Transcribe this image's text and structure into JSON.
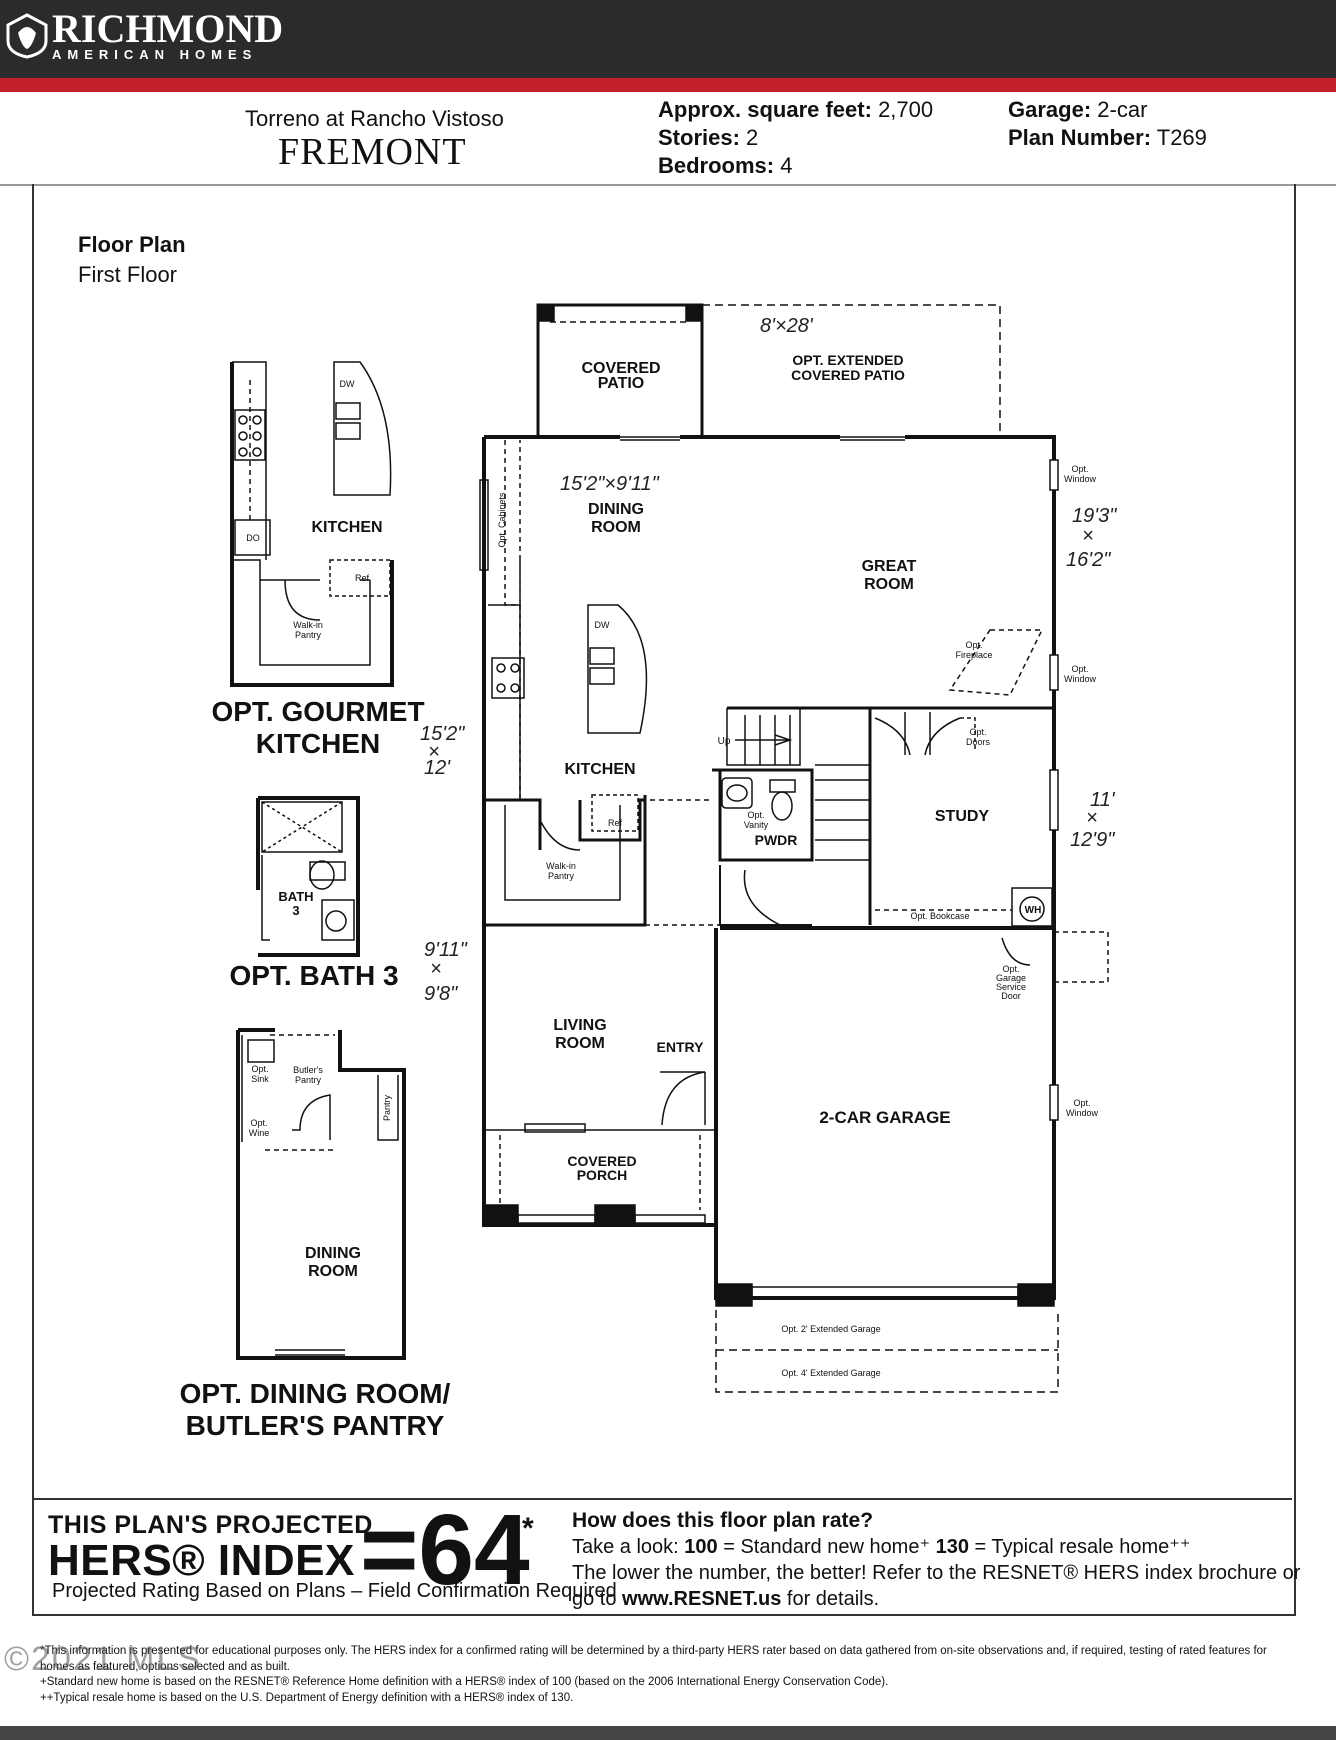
{
  "brand": {
    "name": "RICHMOND",
    "tagline": "AMERICAN HOMES"
  },
  "header": {
    "community": "Torreno at Rancho Vistoso",
    "plan_name": "FREMONT",
    "specs_left": [
      {
        "label": "Approx. square feet:",
        "value": "2,700"
      },
      {
        "label": "Stories:",
        "value": "2"
      },
      {
        "label": "Bedrooms:",
        "value": "4"
      }
    ],
    "specs_right": [
      {
        "label": "Garage:",
        "value": "2-car"
      },
      {
        "label": "Plan Number:",
        "value": "T269"
      }
    ]
  },
  "plan_label": {
    "title": "Floor Plan",
    "subtitle": "First Floor"
  },
  "rooms": {
    "covered_patio": [
      "COVERED",
      "PATIO"
    ],
    "ext_patio": [
      "OPT. EXTENDED",
      "COVERED PATIO"
    ],
    "dining": [
      "DINING",
      "ROOM"
    ],
    "great": [
      "GREAT",
      "ROOM"
    ],
    "kitchen": "KITCHEN",
    "study": "STUDY",
    "pwdr": "PWDR",
    "living": [
      "LIVING",
      "ROOM"
    ],
    "entry": "ENTRY",
    "garage": "2-CAR GARAGE",
    "porch": [
      "COVERED",
      "PORCH"
    ],
    "ext2": "Opt. 2' Extended Garage",
    "ext4": "Opt. 4' Extended Garage"
  },
  "small_labels": {
    "opt_window": [
      "Opt.",
      "Window"
    ],
    "opt_cabinets": "Opt. Cabinets",
    "opt_fireplace": [
      "Opt.",
      "Fireplace"
    ],
    "opt_doors": [
      "Opt.",
      "Doors"
    ],
    "opt_vanity": [
      "Opt.",
      "Vanity"
    ],
    "opt_bookcase": "Opt. Bookcase",
    "wh": "WH",
    "service_door": [
      "Opt.",
      "Garage",
      "Service",
      "Door"
    ],
    "up": "Up",
    "dw": "DW",
    "ref": "Ref",
    "do": "DO",
    "walkin": [
      "Walk-in",
      "Pantry"
    ],
    "butlers": [
      "Butler's",
      "Pantry"
    ],
    "pantry": "Pantry",
    "opt_sink": [
      "Opt.",
      "Sink"
    ],
    "opt_wine": [
      "Opt.",
      "Wine"
    ],
    "bath3": [
      "BATH",
      "3"
    ]
  },
  "handwritten": {
    "patio_dim": "8'×28'",
    "dining_dim": "15'2\"×9'11\"",
    "great_dim": [
      "19'3\"",
      "×",
      "16'2\""
    ],
    "kitchen_dim": [
      "15'2\"",
      "×",
      "12'"
    ],
    "study_dim": [
      "11'",
      "×",
      "12'9\""
    ],
    "living_dim": [
      "9'11\"",
      "×",
      "9'8\""
    ]
  },
  "options": {
    "gourmet": {
      "room": "KITCHEN",
      "title": [
        "OPT. GOURMET",
        "KITCHEN"
      ]
    },
    "bath3": {
      "title": "OPT. BATH 3"
    },
    "dining": {
      "room": [
        "DINING",
        "ROOM"
      ],
      "title": [
        "OPT. DINING ROOM/",
        "BUTLER'S PANTRY"
      ]
    }
  },
  "hers": {
    "line1": "THIS PLAN'S PROJECTED",
    "line2": "HERS® INDEX",
    "value": "=64",
    "star": "*",
    "note": "Projected Rating Based on Plans – Field Confirmation Required",
    "question": "How does this floor plan rate?",
    "look_prefix": "Take a look: ",
    "n100": "100",
    "std": " = Standard new home⁺ ",
    "n130": "130",
    "resale": " = Typical resale home⁺⁺",
    "line3": "The lower the number, the better! Refer to the RESNET® HERS index brochure or",
    "go": "go to ",
    "url": "www.RESNET.us",
    "details": " for details."
  },
  "footnotes": [
    "*This information is presented for educational purposes only. The HERS index for a confirmed rating will be determined by a third-party HERS rater based on data gathered from on-site observations and, if required, testing of rated features for homes as featured, options selected and as built.",
    "+Standard new home is based on the RESNET® Reference Home definition with a HERS® index of 100 (based on the 2006 International Energy Conservation Code).",
    "++Typical resale home is based on the U.S. Department of Energy definition with a HERS® index of 130."
  ],
  "watermark": "©2021 MLS"
}
